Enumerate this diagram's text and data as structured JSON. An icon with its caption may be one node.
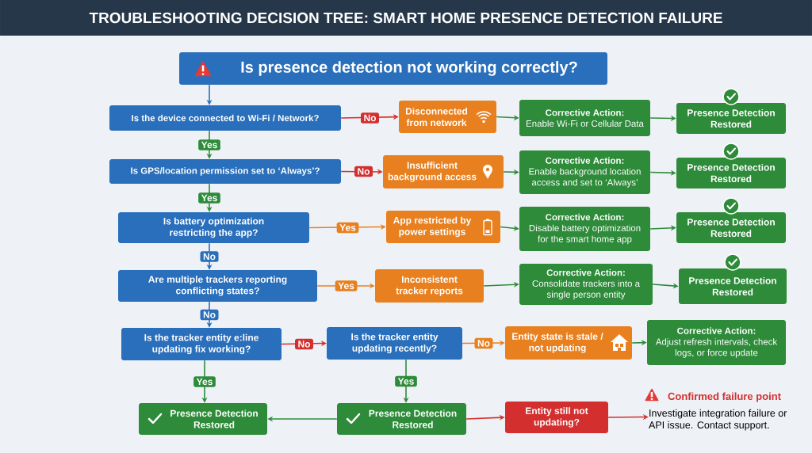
{
  "diagram": {
    "title": "TROUBLESHOOTING DECISION TREE: SMART HOME PRESENCE DETECTION FAILURE",
    "nodes": [
      {
        "text": [
          "Is presence detection not working correctly?"
        ]
      },
      {
        "text": [
          "Is the device connected to Wi-Fi / Network?"
        ]
      },
      {
        "text": [
          "Disconnected from network"
        ]
      },
      {
        "text": [
          "Corrective Action:",
          "Enable Wi-Fi or Cellular Data"
        ]
      },
      {
        "text": [
          "Presence Detection Restored"
        ]
      },
      {
        "text": [
          "Is GPS/location permission set to ‘Always’?"
        ]
      },
      {
        "text": [
          "Insufficient background access"
        ]
      },
      {
        "text": [
          "Corrective Action:",
          "Enable background location access and set to ‘Always’"
        ]
      },
      {
        "text": [
          "Presence Detection Restored"
        ]
      },
      {
        "text": [
          "Is battery optimization restricting the app?"
        ]
      },
      {
        "text": [
          "App restricted by power settings"
        ]
      },
      {
        "text": [
          "Corrective Action:",
          "Disable battery optimization for the smart home app"
        ]
      },
      {
        "text": [
          "Presence Detection Restored"
        ]
      },
      {
        "text": [
          "Are multiple trackers reporting conflicting states?"
        ]
      },
      {
        "text": [
          "Inconsistent tracker reports"
        ]
      },
      {
        "text": [
          "Corrective Action:",
          "Consolidate trackers into a single person entity"
        ]
      },
      {
        "text": [
          "Presence Detection Restored"
        ]
      },
      {
        "text": [
          "Is the tracker entity e:line updating fix working?"
        ]
      },
      {
        "text": [
          "Is the tracker entity updating recently?"
        ]
      },
      {
        "text": [
          "Entity state is stale / not updating"
        ]
      },
      {
        "text": [
          "Corrective Action:",
          "Adjust refresh intervals, check logs, or force update"
        ]
      },
      {
        "text": [
          "Presence Detection Restored"
        ]
      },
      {
        "text": [
          "Presence Detection Restored"
        ]
      },
      {
        "text": [
          "Entity still not updating?"
        ]
      },
      {
        "text": [
          "Confirmed failure point",
          "Investigate integration failure or API issue. Contact support."
        ]
      }
    ],
    "edges": [
      {
        "from": 0,
        "to": 1,
        "arrow": "to",
        "color": "#2a6fbb"
      },
      {
        "from": 1,
        "to": 2,
        "arrow": "to",
        "label": "No",
        "color": "#d32f2f"
      },
      {
        "from": 2,
        "to": 3,
        "arrow": "to"
      },
      {
        "from": 3,
        "to": 4,
        "arrow": "to"
      },
      {
        "from": 1,
        "to": 5,
        "arrow": "to",
        "label": "Yes"
      },
      {
        "from": 5,
        "to": 6,
        "arrow": "to",
        "label": "No",
        "color": "#d32f2f"
      },
      {
        "from": 6,
        "to": 7,
        "arrow": "to"
      },
      {
        "from": 7,
        "to": 8,
        "arrow": "to"
      },
      {
        "from": 5,
        "to": 9,
        "arrow": "to",
        "label": "Yes"
      },
      {
        "from": 9,
        "to": 10,
        "arrow": "to",
        "label": "Yes",
        "color": "#e8801f"
      },
      {
        "from": 10,
        "to": 11,
        "arrow": "to"
      },
      {
        "from": 11,
        "to": 12,
        "arrow": "to"
      },
      {
        "from": 9,
        "to": 13,
        "arrow": "to",
        "label": "No",
        "color": "#2a6fbb"
      },
      {
        "from": 13,
        "to": 14,
        "arrow": "to",
        "label": "Yes",
        "color": "#e8801f"
      },
      {
        "from": 14,
        "to": 15,
        "arrow": "to"
      },
      {
        "from": 15,
        "to": 16,
        "arrow": "to"
      },
      {
        "from": 13,
        "to": 17,
        "arrow": "to",
        "label": "No",
        "color": "#2a6fbb"
      },
      {
        "from": 17,
        "to": 18,
        "arrow": "to",
        "label": "No",
        "color": "#d32f2f"
      },
      {
        "from": 18,
        "to": 19,
        "arrow": "to",
        "label": "No",
        "color": "#e8801f"
      },
      {
        "from": 19,
        "to": 20,
        "arrow": "to"
      },
      {
        "from": 17,
        "to": 21,
        "arrow": "to",
        "label": "Yes"
      },
      {
        "from": 18,
        "to": 22,
        "arrow": "to",
        "label": "Yes"
      },
      {
        "from": 22,
        "to": 21,
        "arrow": "to"
      },
      {
        "from": 22,
        "to": 23,
        "arrow": "to",
        "color": "#d32f2f"
      },
      {
        "from": 23,
        "to": 24,
        "arrow": "to",
        "color": "#d32f2f"
      }
    ]
  }
}
